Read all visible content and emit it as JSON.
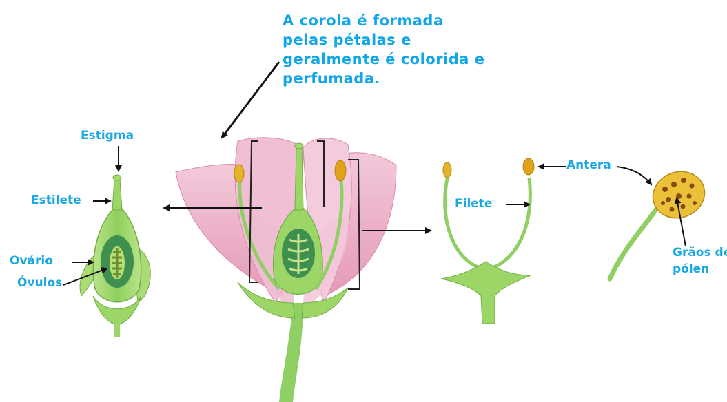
{
  "caption": {
    "lines": [
      "A corola é formada",
      "pelas pétalas e",
      "geralmente é colorida e",
      "perfumada."
    ]
  },
  "labels": {
    "estigma": "Estigma",
    "estilete": "Estilete",
    "ovario": "Ovário",
    "ovulos": "Óvulos",
    "antera": "Antera",
    "filete": "Filete",
    "graos_line1": "Grãos de",
    "graos_line2": "pólen"
  },
  "colors": {
    "label": "#1aa7e6",
    "petal": "#e9a9c4",
    "stem": "#8fcf63",
    "ovary": "#3f8f4f",
    "anther": "#e0a21a"
  }
}
